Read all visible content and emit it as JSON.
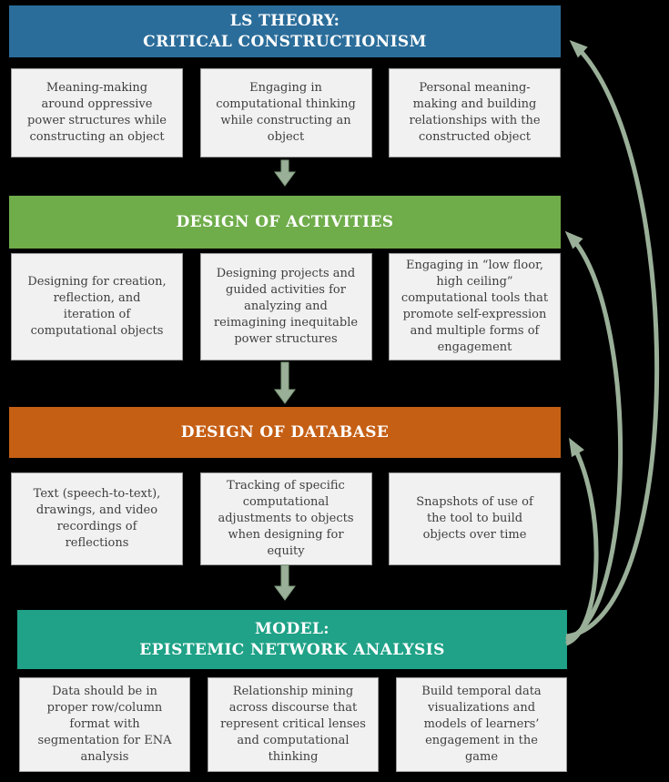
{
  "diagram": {
    "background": "#000000",
    "box_bg": "#F1F1F1",
    "box_border": "#9C9C9C",
    "box_text_color": "#3E3E3E",
    "header_text_color": "#FFFFFF"
  },
  "sections": [
    {
      "title": "LS THEORY:\nCRITICAL CONSTRUCTIONISM",
      "color": "#2B6D9A",
      "boxes": [
        "Meaning-making\naround oppressive\npower structures while\nconstructing an object",
        "Engaging in\ncomputational thinking\nwhile constructing an\nobject",
        "Personal meaning-\nmaking and building\nrelationships with the\nconstructed object"
      ]
    },
    {
      "title": "DESIGN OF ACTIVITIES",
      "color": "#6FAC4A",
      "boxes": [
        "Designing for creation,\nreflection, and\niteration of\ncomputational objects",
        "Designing projects and\nguided activities for\nanalyzing and\nreimagining inequitable\npower structures",
        "Engaging in “low floor,\nhigh ceiling”\ncomputational tools that\npromote self-expression\nand multiple forms of\nengagement"
      ]
    },
    {
      "title": "DESIGN OF DATABASE",
      "color": "#C55F14",
      "boxes": [
        "Text (speech-to-text),\ndrawings, and video\nrecordings of\nreflections",
        "Tracking of specific\ncomputational\nadjustments to objects\nwhen designing for\nequity",
        "Snapshots of use of\nthe tool to build\nobjects over time"
      ]
    },
    {
      "title": "MODEL:\nEPISTEMIC NETWORK ANALYSIS",
      "color": "#1FA287",
      "boxes": [
        "Data should be in\nproper row/column\nformat with\nsegmentation for ENA\nanalysis",
        "Relationship mining\nacross discourse that\nrepresent critical lenses\nand computational\nthinking",
        "Build temporal data\nvisualizations and\nmodels of learners’\nengagement in the\ngame"
      ]
    }
  ],
  "arrows": {
    "color": "#9AAF98",
    "down": [
      "theory-to-activities",
      "activities-to-database",
      "database-to-model"
    ],
    "feedback": [
      "model-to-theory",
      "model-to-activities",
      "model-to-database"
    ]
  }
}
